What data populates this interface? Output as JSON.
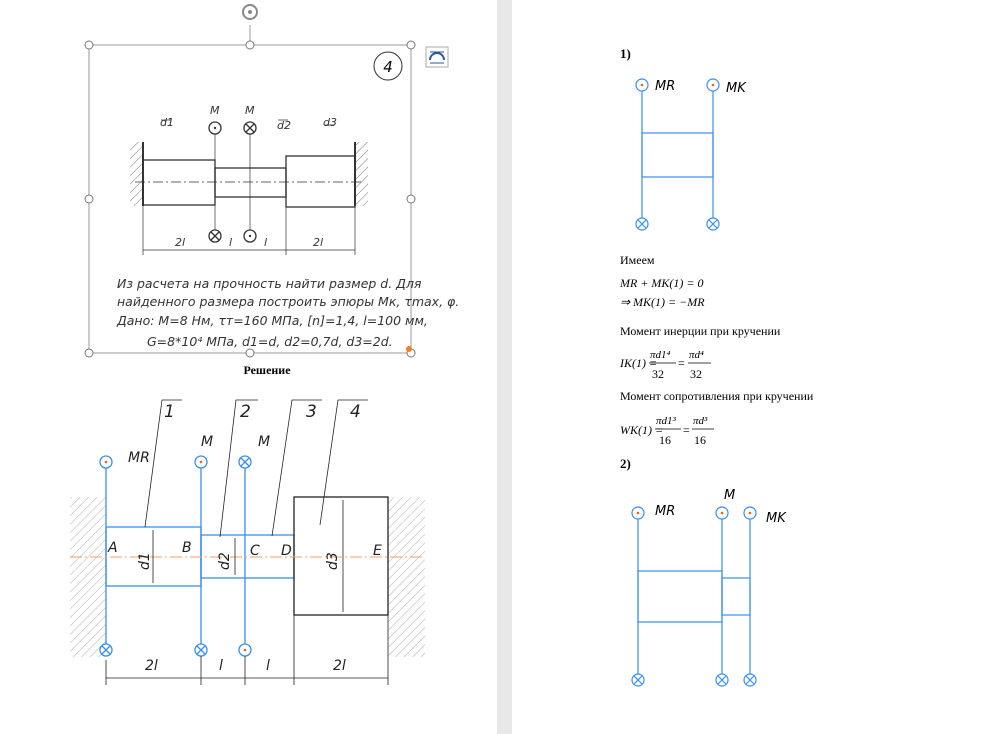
{
  "problem": {
    "number": "4",
    "labels": {
      "d1": "d1",
      "d2": "d2",
      "d3": "d3",
      "M": "M",
      "l": "l",
      "twoL": "2l"
    },
    "text": [
      "Из расчета на прочность найти размер d. Для",
      "найденного размера построить эпюры Mк, τmax, φ.",
      "Дано: M=8 Нм, τт=160 МПа, [n]=1,4, l=100 мм,",
      "G=8*10⁴ МПа, d1=d, d2=0,7d, d3=2d."
    ]
  },
  "solution_title": "Решение",
  "scheme": {
    "leaders": [
      "1",
      "2",
      "3",
      "4"
    ],
    "points": [
      "A",
      "B",
      "C",
      "D",
      "E"
    ],
    "moments": {
      "MR": "MR",
      "M": "M"
    },
    "diameters": [
      "d1",
      "d2",
      "d3"
    ],
    "dims": [
      "2l",
      "l",
      "l",
      "2l"
    ]
  },
  "right": {
    "step1": "1)",
    "step2": "2)",
    "have": "Имеем",
    "eq1": "MR + MK(1) = 0",
    "eq2": "⇒ MK(1) = −MR",
    "inertia_title": "Момент инерции при кручении",
    "inertia_lhs": "IK(1) =",
    "inertia_num1": "πd1⁴",
    "inertia_num2": "πd⁴",
    "den32": "32",
    "resist_title": "Момент сопротивления при кручении",
    "resist_lhs": "WK(1) =",
    "resist_num1": "πd1³",
    "resist_num2": "πd³",
    "den16": "16",
    "labels": {
      "MR": "MR",
      "MK": "MK",
      "M": "M"
    }
  },
  "colors": {
    "blue": "#3a8ef0",
    "handle": "#808080"
  }
}
